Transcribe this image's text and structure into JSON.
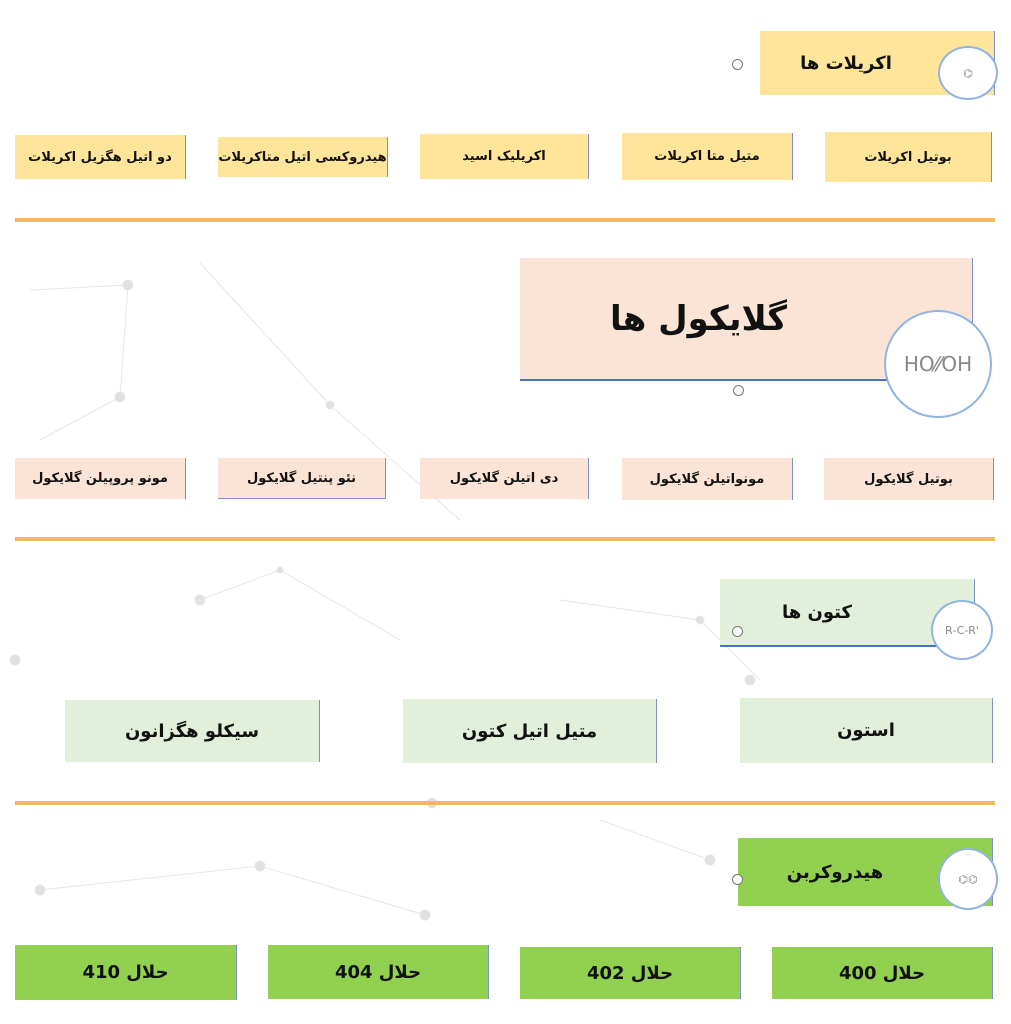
{
  "acrylates": {
    "title": "اکریلات ها",
    "items": [
      "بوتیل اکریلات",
      "متیل متا اکریلات",
      "اکریلیک اسید",
      "هیدروکسی اتیل متاکریلات",
      "دو اتیل هگزیل اکریلات"
    ]
  },
  "glycols": {
    "title": "گلایکول ها",
    "items": [
      "بوتیل گلایکول",
      "مونواتیلن گلایکول",
      "دی اتیلن گلایکول",
      "نئو پنتیل گلایکول",
      "مونو پروپیلن گلایکول"
    ]
  },
  "ketones": {
    "title": "کتون ها",
    "items": [
      "استون",
      "متیل اتیل کتون",
      "سیکلو هگزانون"
    ]
  },
  "hydrocarbons": {
    "title": "هیدروکربن",
    "items": [
      "حلال 400",
      "حلال 402",
      "حلال 404",
      "حلال 410"
    ]
  },
  "colors": {
    "acrylate": "#ffe599",
    "glycol": "#fbe4d5",
    "ketone": "#e2efda",
    "hydrocarbon": "#92d050",
    "divider": "#f4b860"
  }
}
